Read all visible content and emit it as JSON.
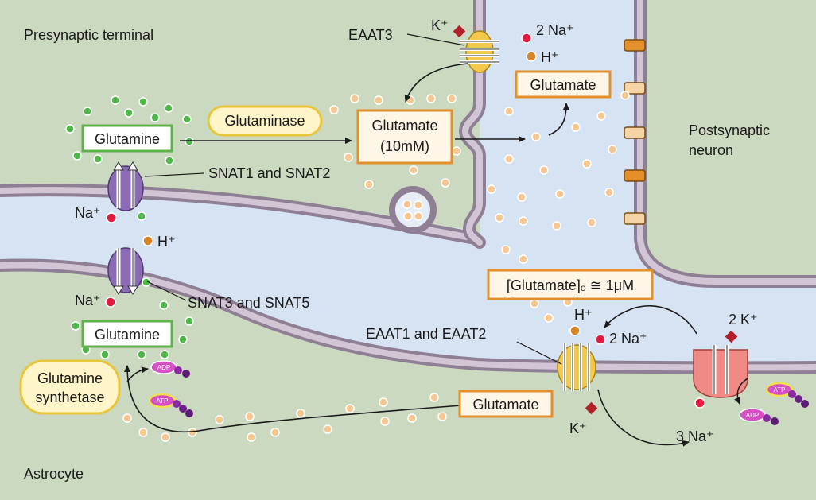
{
  "regions": {
    "presynaptic": "Presynaptic terminal",
    "postsynaptic_line1": "Postsynaptic",
    "postsynaptic_line2": "neuron",
    "astrocyte": "Astrocyte"
  },
  "labels": {
    "eaat3": "EAAT3",
    "glutaminase": "Glutaminase",
    "glutamine": "Glutamine",
    "glutamate": "Glutamate",
    "glutamate_conc": "(10mM)",
    "snat12": "SNAT1 and SNAT2",
    "snat35": "SNAT3 and SNAT5",
    "eaat12": "EAAT1 and EAAT2",
    "extracellular": "[Glutamate]ₒ ≅ 1μM",
    "synthetase_line1": "Glutamine",
    "synthetase_line2": "synthetase",
    "na": "Na⁺",
    "h": "H⁺",
    "k": "K⁺",
    "two_na": "2 Na⁺",
    "three_na": "3 Na⁺",
    "two_k": "2 K⁺",
    "atp": "ATP",
    "adp": "ADP"
  },
  "colors": {
    "astrocyte_cytoplasm": "#cbd9c0",
    "synaptic_cleft": "#d6e3f2",
    "membrane": "#8e7f94",
    "glutamine": "#4db848",
    "glutamate": "#f7c691",
    "sodium": "#e31b3c",
    "proton": "#d8852a",
    "potassium": "#b0202a",
    "snat_transporter": "#8b6bb4",
    "eaat_transporter": "#f2c94c",
    "na_k_atpase": "#f08a86"
  }
}
